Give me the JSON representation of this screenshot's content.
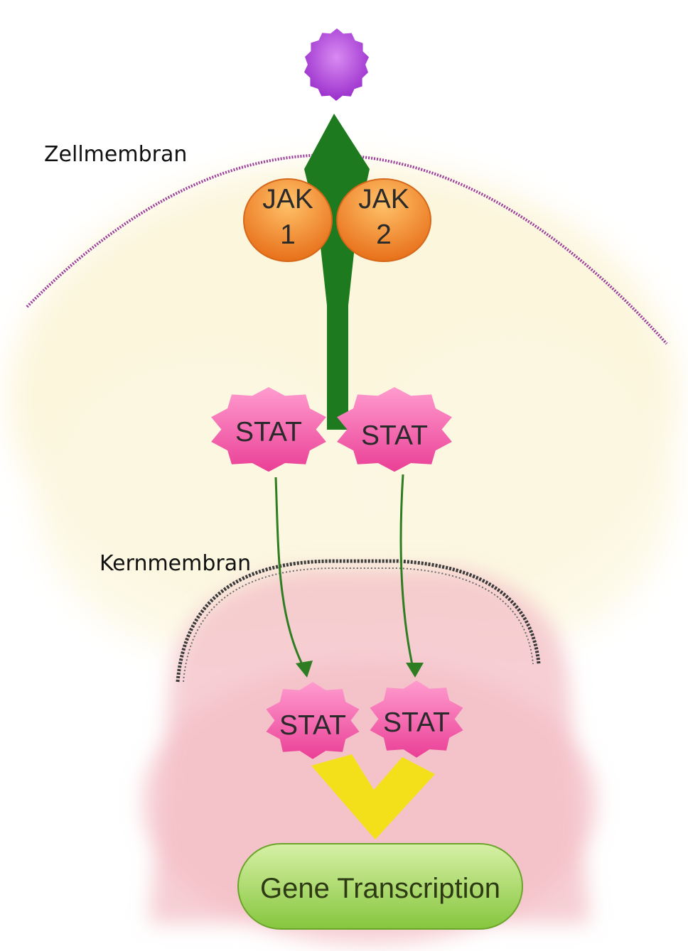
{
  "labels": {
    "cell_membrane": "Zellmembran",
    "nuclear_membrane": "Kernmembran"
  },
  "jak1": {
    "line1": "JAK",
    "line2": "1"
  },
  "jak2": {
    "line1": "JAK",
    "line2": "2"
  },
  "stat_upper_left": "STAT",
  "stat_upper_right": "STAT",
  "stat_lower_left": "STAT",
  "stat_lower_right": "STAT",
  "gene": "Gene Transcription",
  "colors": {
    "ligand": "#a93ad6",
    "receptor": "#1e7a1e",
    "jak": "#f08a1c",
    "stat": "#f05ca8",
    "yellow": "#f3df1a",
    "gene": "#96d24e",
    "cell_membrane": "#9b3c9b",
    "nucleus": "#f3c9cc",
    "cytoplasm": "#fbf6de"
  }
}
